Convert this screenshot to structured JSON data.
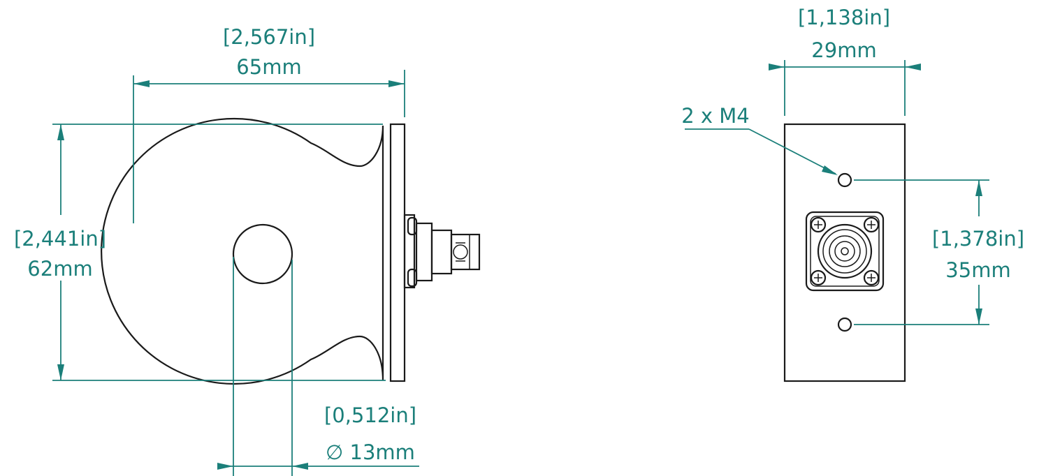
{
  "accent_color": "#1b7f7a",
  "part_color": "#1a1a1a",
  "dimensions": {
    "width": {
      "inch": "[2,567in]",
      "mm": "65mm"
    },
    "height": {
      "inch": "[2,441in]",
      "mm": "62mm"
    },
    "bore": {
      "inch": "[0,512in]",
      "mm": "∅ 13mm"
    },
    "flange_width": {
      "inch": "[1,138in]",
      "mm": "29mm"
    },
    "hole_spacing": {
      "inch": "[1,378in]",
      "mm": "35mm"
    }
  },
  "callout": {
    "holes": "2 x M4"
  }
}
